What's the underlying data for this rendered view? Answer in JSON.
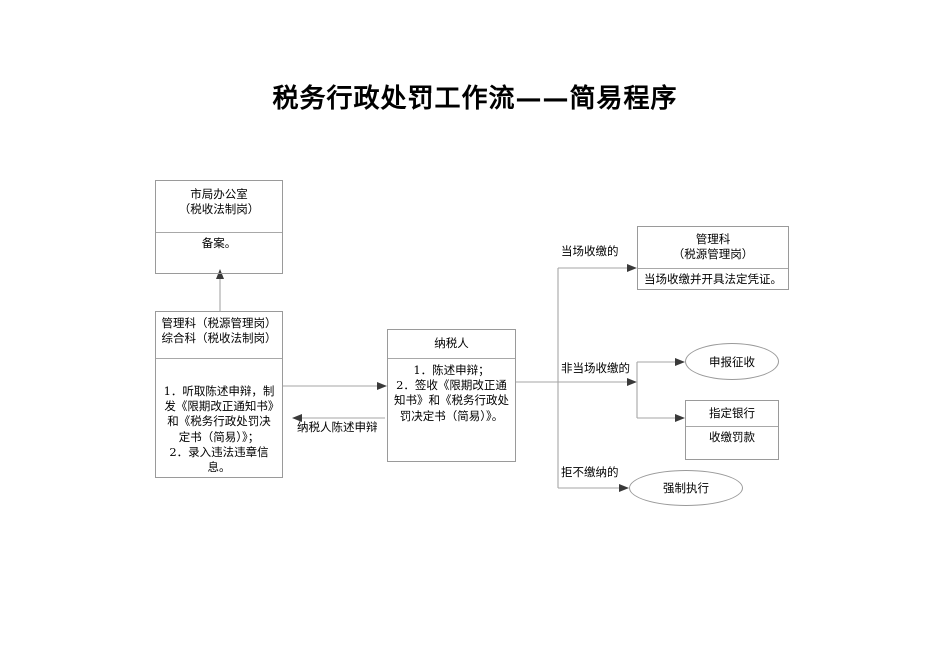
{
  "page": {
    "title": "税务行政处罚工作流——简易程序",
    "background_color": "#ffffff",
    "line_color": "#a6a6a6",
    "text_color": "#000000"
  },
  "nodes": {
    "bureau_office": {
      "header": "市局办公室\n（税收法制岗）",
      "body": "备案。",
      "shape": "box"
    },
    "admin_and_general": {
      "header": "管理科（税源管理岗）\n综合科（税收法制岗）",
      "body": "1．听取陈述申辩，制发《限期改正通知书》和《税务行政处罚决定书（简易）》；\n2．录入违法违章信息。",
      "shape": "box"
    },
    "taxpayer": {
      "header": "纳税人",
      "body": "1．陈述申辩；\n2．签收《限期改正通知书》和《税务行政处罚决定书（简易）》。",
      "shape": "box"
    },
    "onsite_collection": {
      "header": "管理科\n（税源管理岗）",
      "body": "当场收缴并开具法定凭证。",
      "shape": "box"
    },
    "declare_levy": {
      "label": "申报征收",
      "shape": "ellipse"
    },
    "designated_bank": {
      "header": "指定银行",
      "body": "收缴罚款",
      "shape": "box"
    },
    "enforcement": {
      "label": "强制执行",
      "shape": "ellipse"
    }
  },
  "connector_labels": {
    "taxpayer_statement": "纳税人陈述申辩",
    "onsite": "当场收缴的",
    "not_onsite": "非当场收缴的",
    "refuse_to_pay": "拒不缴纳的"
  }
}
